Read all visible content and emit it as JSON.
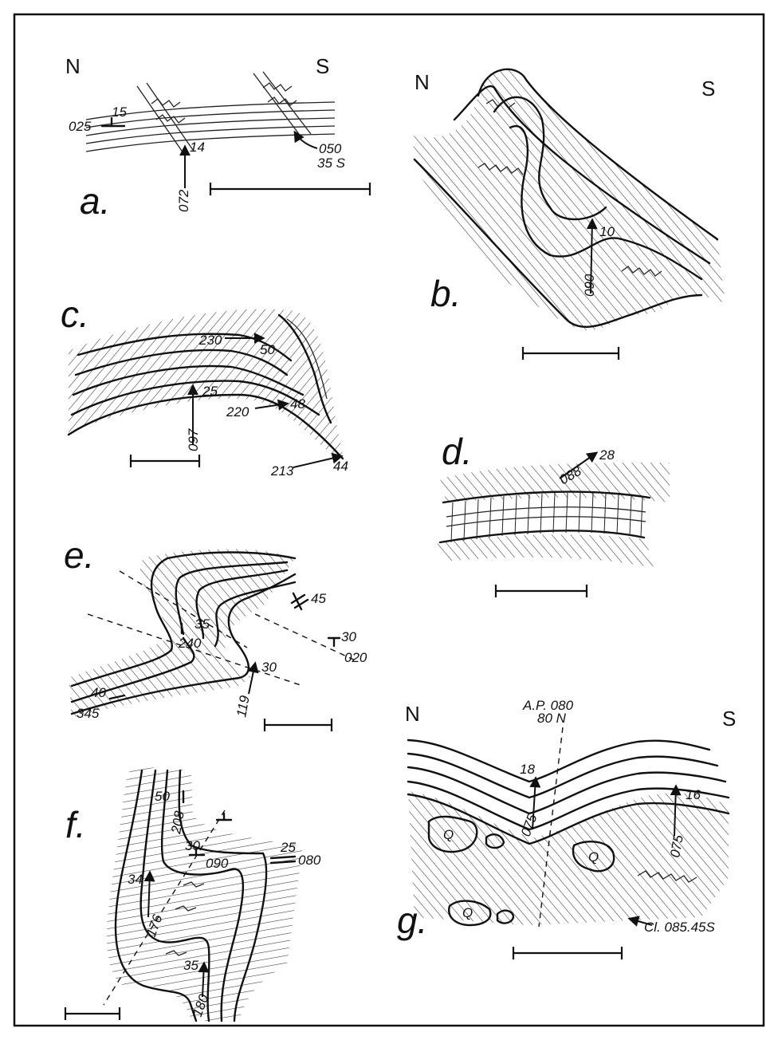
{
  "panels": {
    "a": {
      "letter": "a.",
      "north": "N",
      "south": "S",
      "labels": [
        "025",
        "15",
        "14",
        "072",
        "050",
        "35 S"
      ]
    },
    "b": {
      "letter": "b.",
      "north": "N",
      "south": "S",
      "labels": [
        "10",
        "090"
      ]
    },
    "c": {
      "letter": "c.",
      "labels": [
        "230",
        "50",
        "25",
        "097",
        "220",
        "48",
        "213",
        "44"
      ]
    },
    "d": {
      "letter": "d.",
      "labels": [
        "088",
        "28"
      ]
    },
    "e": {
      "letter": "e.",
      "labels": [
        "45",
        "35",
        "240",
        "30",
        "020",
        "30",
        "40",
        "345",
        "119"
      ]
    },
    "f": {
      "letter": "f.",
      "labels": [
        "50",
        "208",
        "30",
        "090",
        "25",
        "080",
        "34",
        "176",
        "35",
        "180"
      ]
    },
    "g": {
      "letter": "g.",
      "north": "N",
      "south": "S",
      "axial_plane": "A.P. 080",
      "axial_dip": "80 N",
      "labels": [
        "18",
        "075",
        "16",
        "075"
      ],
      "outcrop_symbol": "Q",
      "cleavage": "Cl. 085.45S"
    }
  }
}
